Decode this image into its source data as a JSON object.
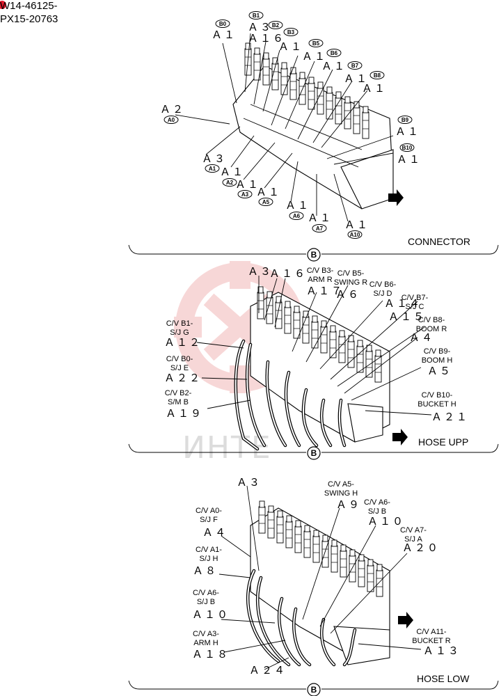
{
  "header": {
    "part_line1": "W14-46125-",
    "part_line2": "PX15-20763",
    "marker_color": "#e0192b"
  },
  "watermark": {
    "text": "ИНТЕ",
    "logo_color": "#f2b8b8"
  },
  "sections": [
    {
      "title": "CONNECTOR",
      "view_letter": "B",
      "labels": [
        {
          "text": "Ａ１"
        },
        {
          "text": "Ａ３"
        },
        {
          "text": "Ａ１６"
        },
        {
          "text": "Ａ１"
        },
        {
          "text": "Ａ１"
        },
        {
          "text": "Ａ１"
        },
        {
          "text": "Ａ１"
        },
        {
          "text": "Ａ１"
        },
        {
          "text": "Ａ２"
        },
        {
          "text": "Ａ１"
        },
        {
          "text": "Ａ１"
        },
        {
          "text": "Ａ３"
        },
        {
          "text": "Ａ１"
        },
        {
          "text": "Ａ１"
        },
        {
          "text": "Ａ１"
        },
        {
          "text": "Ａ１"
        },
        {
          "text": "Ａ１"
        },
        {
          "text": "Ａ１"
        },
        {
          "text": "Ａ１"
        }
      ],
      "badges": [
        {
          "text": "B0"
        },
        {
          "text": "B1"
        },
        {
          "text": "B2"
        },
        {
          "text": "B3"
        },
        {
          "text": "B5"
        },
        {
          "text": "B6"
        },
        {
          "text": "B7"
        },
        {
          "text": "B8"
        },
        {
          "text": "B9"
        },
        {
          "text": "B10"
        },
        {
          "text": "A0"
        },
        {
          "text": "A1"
        },
        {
          "text": "A2"
        },
        {
          "text": "A3"
        },
        {
          "text": "A5"
        },
        {
          "text": "A6"
        },
        {
          "text": "A7"
        },
        {
          "text": "A10"
        }
      ]
    },
    {
      "title": "HOSE UPP",
      "view_letter": "B",
      "labels": [
        {
          "line1": "C/V B1-",
          "line2": "S/J G",
          "code": "Ａ１２"
        },
        {
          "line1": "C/V B0-",
          "line2": "S/J E",
          "code": "Ａ２２"
        },
        {
          "line1": "C/V B2-",
          "line2": "S/M B",
          "code": "Ａ１９"
        },
        {
          "line1": "C/V B3-",
          "line2": "ARM R",
          "code": "Ａ１７"
        },
        {
          "line1": "C/V B5-",
          "line2": "SWING R",
          "code": "Ａ６"
        },
        {
          "line1": "C/V B6-",
          "line2": "S/J D",
          "code": "Ａ１４"
        },
        {
          "line1": "C/V B7-",
          "line2": "S/J C",
          "code": "Ａ１５"
        },
        {
          "line1": "C/V B8-",
          "line2": "BOOM R",
          "code": "Ａ４"
        },
        {
          "line1": "C/V B9-",
          "line2": "BOOM H",
          "code": "Ａ５"
        },
        {
          "line1": "C/V B10-",
          "line2": "BUCKET H",
          "code": "Ａ２１"
        }
      ],
      "top_codes": [
        {
          "text": "Ａ３"
        },
        {
          "text": "Ａ１６"
        }
      ]
    },
    {
      "title": "HOSE LOW",
      "view_letter": "B",
      "labels": [
        {
          "line1": "C/V A0-",
          "line2": "S/J F",
          "code": "Ａ４"
        },
        {
          "line1": "C/V A1-",
          "line2": "S/J H",
          "code": "Ａ８"
        },
        {
          "line1": "C/V A6-",
          "line2": "S/J B",
          "code": "Ａ１０"
        },
        {
          "line1": "C/V A3-",
          "line2": "ARM H",
          "code": "Ａ１８"
        },
        {
          "line1": "C/V A5-",
          "line2": "SWING H",
          "code": "Ａ９"
        },
        {
          "line1": "C/V A6-",
          "line2": "S/J B",
          "code": "Ａ１０"
        },
        {
          "line1": "C/V A7-",
          "line2": "S/J A",
          "code": "Ａ２０"
        },
        {
          "line1": "C/V A11-",
          "line2": "BUCKET R",
          "code": "Ａ１３"
        }
      ],
      "top_codes": [
        {
          "text": "Ａ３"
        },
        {
          "text": "Ａ２４"
        }
      ]
    }
  ]
}
